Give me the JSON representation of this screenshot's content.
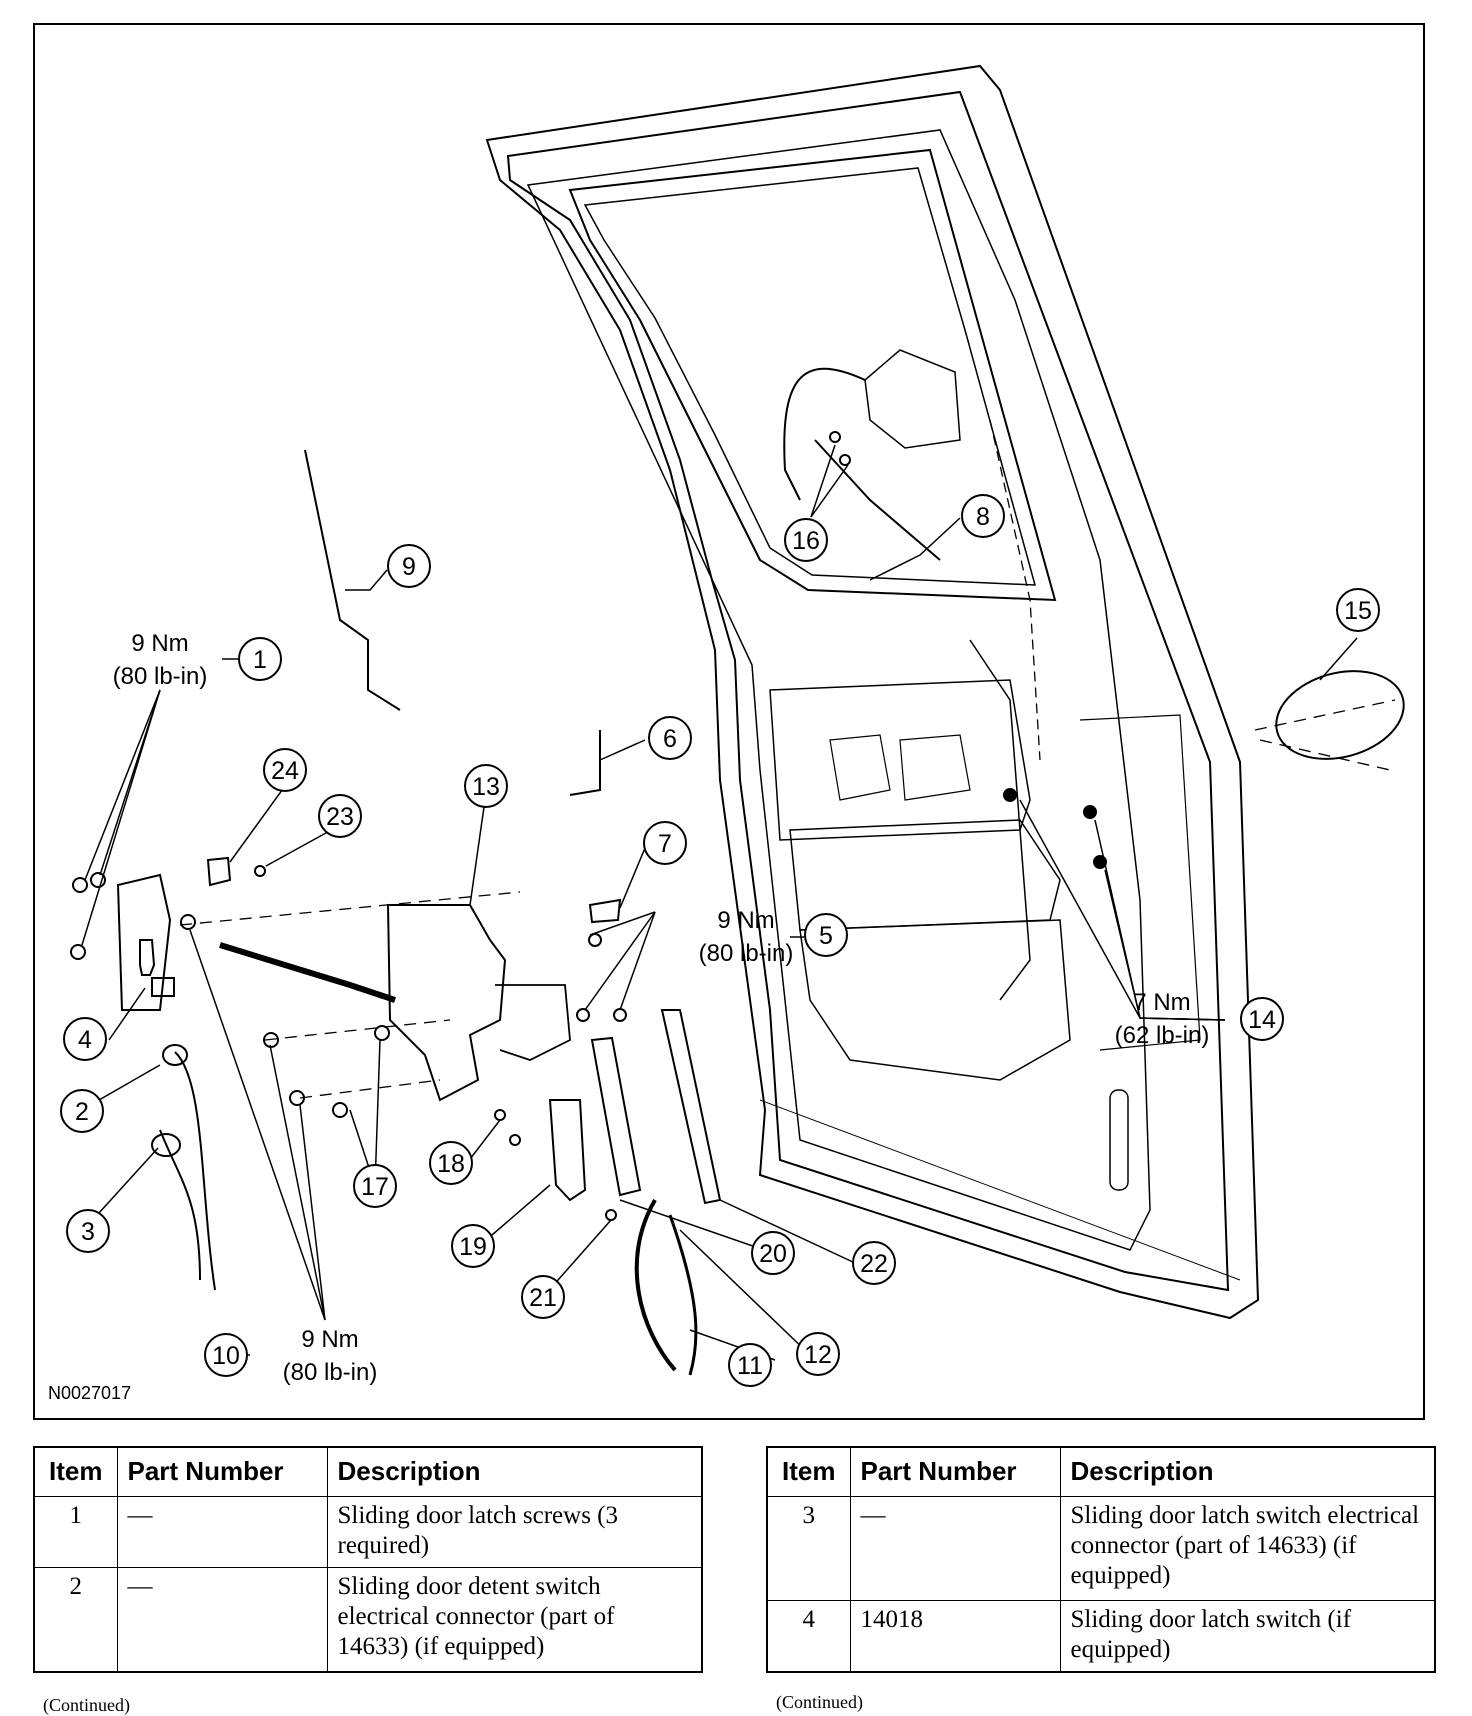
{
  "figure": {
    "id": "N0027017",
    "callouts": [
      "1",
      "2",
      "3",
      "4",
      "5",
      "6",
      "7",
      "8",
      "9",
      "10",
      "11",
      "12",
      "13",
      "14",
      "15",
      "16",
      "17",
      "18",
      "19",
      "20",
      "21",
      "22",
      "23",
      "24"
    ],
    "torque": {
      "t1": {
        "nm": "9 Nm",
        "lbin": "(80 lb-in)"
      },
      "t5": {
        "nm": "9 Nm",
        "lbin": "(80 lb-in)"
      },
      "t10": {
        "nm": "9 Nm",
        "lbin": "(80 lb-in)"
      },
      "t14": {
        "nm": "7 Nm",
        "lbin": "(62 lb-in)"
      }
    }
  },
  "tables": {
    "headers": {
      "item": "Item",
      "part": "Part Number",
      "desc": "Description"
    },
    "left": [
      {
        "item": "1",
        "part": "—",
        "desc": "Sliding door latch screws (3 required)"
      },
      {
        "item": "2",
        "part": "—",
        "desc": "Sliding door detent switch electrical connector (part of 14633) (if equipped)"
      }
    ],
    "right": [
      {
        "item": "3",
        "part": "—",
        "desc": "Sliding door latch switch electrical connector (part of 14633) (if equipped)"
      },
      {
        "item": "4",
        "part": "14018",
        "desc": "Sliding door latch switch (if equipped)"
      }
    ],
    "continued": "(Continued)"
  }
}
